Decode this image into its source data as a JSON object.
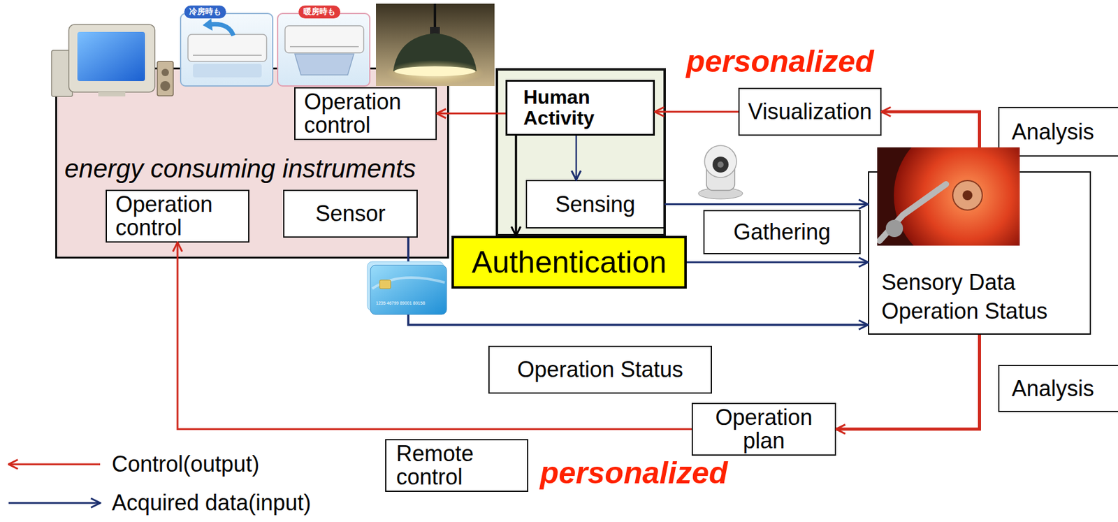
{
  "diagram": {
    "nodes": [
      {
        "text": [
          "energy consuming instruments"
        ]
      },
      {
        "text": [
          "Operation control"
        ],
        "in": 0
      },
      {
        "text": [
          "Operation control"
        ],
        "in": 0
      },
      {
        "text": [
          "Sensor"
        ],
        "in": 0
      },
      {
        "text": [
          "Human Activity"
        ]
      },
      {
        "text": [
          "Sensing"
        ]
      },
      {
        "text": [
          "Authentication"
        ]
      },
      {
        "text": [
          "Visualization"
        ]
      },
      {
        "text": [
          "Analysis"
        ]
      },
      {
        "text": [
          "Sensory Data Operation Status"
        ]
      },
      {
        "text": [
          "Gathering"
        ]
      },
      {
        "text": [
          "Operation Status"
        ]
      },
      {
        "text": [
          "Analysis"
        ]
      },
      {
        "text": [
          "Operation plan"
        ]
      },
      {
        "text": [
          "Remote control"
        ]
      }
    ],
    "edges": [
      {
        "from": 4,
        "to": 1,
        "arrow": "to"
      },
      {
        "from": 7,
        "to": 4,
        "arrow": "to"
      },
      {
        "from": 9,
        "to": 7,
        "arrow": "to"
      },
      {
        "from": 9,
        "to": 13,
        "arrow": "to"
      },
      {
        "from": 13,
        "to": 2,
        "arrow": "to"
      },
      {
        "from": 4,
        "to": 5,
        "arrow": "to"
      },
      {
        "from": 4,
        "to": 6,
        "arrow": "to"
      },
      {
        "from": 5,
        "to": 9,
        "arrow": "to"
      },
      {
        "from": 6,
        "to": 9,
        "arrow": "to"
      },
      {
        "from": 3,
        "to": 9,
        "arrow": "to"
      }
    ],
    "labels": [
      "personalized",
      "personalized",
      "冷房時も",
      "暖房時も",
      "1235 46799 89001 80158"
    ],
    "legend": [
      {
        "text": "Control(output)"
      },
      {
        "text": "Acquired data(input)"
      }
    ]
  }
}
